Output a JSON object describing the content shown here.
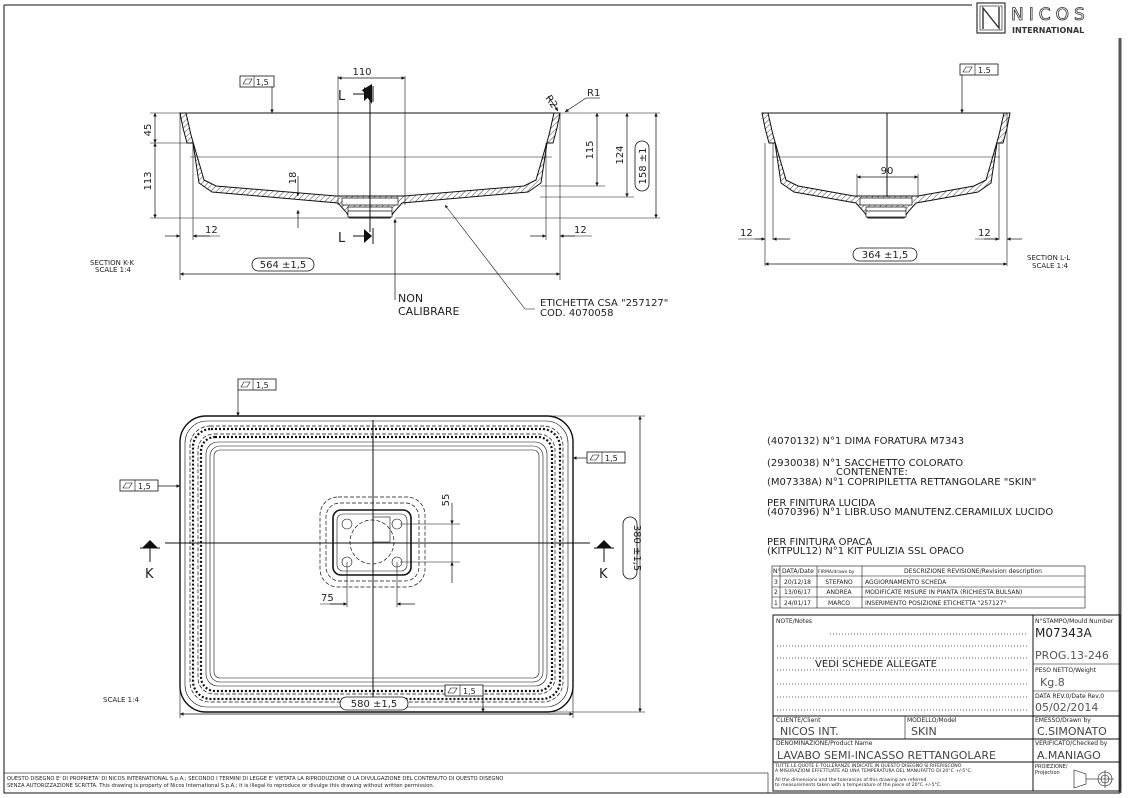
{
  "logo": {
    "name": "NICOS",
    "subtitle": "INTERNATIONAL"
  },
  "flatness_tolerance": "1,5",
  "flatness_tolerance_ll": "1.5",
  "section_kk": {
    "label": "SECTION K-K",
    "scale": "SCALE 1:4",
    "dim_110": "110",
    "dim_45": "45",
    "dim_113": "113",
    "dim_18": "18",
    "dim_115": "115",
    "dim_124": "124",
    "dim_158": "158 ±1",
    "dim_12_left": "12",
    "dim_12_right": "12",
    "dim_564": "564 ±1,5",
    "radius_r2": "R2",
    "radius_r1": "R1",
    "section_mark": "L"
  },
  "callouts": {
    "non_calibrare_1": "NON",
    "non_calibrare_2": "CALIBRARE",
    "etichetta_1": "ETICHETTA CSA \"257127\"",
    "etichetta_2": "COD. 4070058"
  },
  "section_ll": {
    "label": "SECTION L-L",
    "scale": "SCALE 1:4",
    "dim_90": "90",
    "dim_12_left": "12",
    "dim_12_right": "12",
    "dim_364": "364 ±1,5"
  },
  "plan_view": {
    "scale": "SCALE 1:4",
    "dim_55": "55",
    "dim_75": "75",
    "dim_580": "580 ±1,5",
    "dim_380": "380 ±1,5",
    "section_mark": "K"
  },
  "kit_notes": [
    "(4070132) N°1 DIMA FORATURA M7343",
    "(2930038) N°1 SACCHETTO COLORATO",
    "CONTENENTE:",
    "(M07338A) N°1 COPRIPILETTA RETTANGOLARE \"SKIN\"",
    "PER FINITURA LUCIDA",
    "(4070396) N°1 LIBR.USO MANUTENZ.CERAMILUX LUCIDO",
    "PER FINITURA OPACA",
    "(KITPUL12) N°1 KIT PULIZIA SSL OPACO"
  ],
  "revisions": {
    "headers": [
      "N°",
      "DATA/Date",
      "FIRMA/drawn by",
      "DESCRIZIONE REVISIONE/Revision description"
    ],
    "rows": [
      [
        "3",
        "20/12/18",
        "STEFANO",
        "AGGIORNAMENTO SCHEDA"
      ],
      [
        "2",
        "13/06/17",
        "ANDREA",
        "MODIFICATE MISURE IN PIANTA (RICHIESTA BULSAN)"
      ],
      [
        "1",
        "24/01/17",
        "MARCO",
        "INSERIMENTO POSIZIONE ETICHETTA \"257127\""
      ]
    ]
  },
  "title_block": {
    "notes_label": "NOTE/Notes",
    "notes_text": "VEDI SCHEDE ALLEGATE",
    "mould_label": "N°STAMPO/Mould Number",
    "mould_number": "M07343A",
    "prog": "PROG.13-246",
    "weight_label": "PESO NETTO/Weight",
    "weight": "Kg.8",
    "date_label": "DATA REV.0/Date Rev.0",
    "date": "05/02/2014",
    "client_label": "CLIENTE/Client",
    "client": "NICOS INT.",
    "model_label": "MODELLO/Model",
    "model": "SKIN",
    "drawn_label": "EMESSO/Drawn by",
    "drawn_by": "C.SIMONATO",
    "product_label": "DENOMINAZIONE/Product Name",
    "product": "LAVABO SEMI-INCASSO RETTANGOLARE",
    "checked_label": "VERIFICATO/Checked by",
    "checked_by": "A.MANIAGO",
    "projection_label_1": "PROIEZIONE/",
    "projection_label_2": "Projection",
    "tolerance_it_1": "TUTTE LE QUOTE E TOLLERANZE INDICATE IN QUESTO DISEGNO SI RIFERISCONO",
    "tolerance_it_2": "A MISURAZIONI EFFETTUATE AD UNA TEMPERATURA DEL MANUFATTO DI 20°C +/-5°C.",
    "tolerance_en_1": "All the dimensions and the tolerances of this drawing are referred",
    "tolerance_en_2": "to measurements taken with a temperature of the piece of 20°C +/-5°C."
  },
  "copyright": {
    "line1": "QUESTO DISEGNO E' DI PROPRIETA' DI NICOS INTERNATIONAL S.p.A.; SECONDO I TERMINI DI LEGGE E' VIETATA LA RIPRODUZIONE O LA DIVULGAZIONE DEL CONTENUTO DI QUESTO DISEGNO",
    "line2": "SENZA AUTORIZZAZIONE SCRITTA. This drawing is property of Nicos International S.p.A.; it is illegal to reproduce or divulge this drawing without written permission."
  }
}
